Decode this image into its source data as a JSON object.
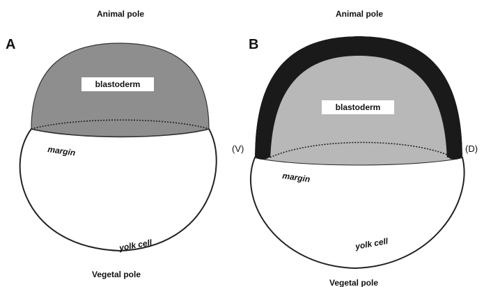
{
  "panel_a": {
    "letter": "A",
    "top_label": "Animal pole",
    "bottom_label": "Vegetal pole",
    "blastoderm_label": "blastoderm",
    "margin_label": "margin",
    "yolk_label": "yolk cell",
    "blastoderm_color": "#8e8e8e",
    "yolk_color": "#ffffff"
  },
  "panel_b": {
    "letter": "B",
    "top_label": "Animal pole",
    "bottom_label": "Vegetal pole",
    "blastoderm_label": "blastoderm",
    "margin_label": "margin",
    "yolk_label": "yolk cell",
    "left_marker": "(V)",
    "right_marker": "(D)",
    "blastoderm_color": "#b8b8b8",
    "outer_layer_color": "#1a1a1a",
    "yolk_color": "#ffffff"
  }
}
